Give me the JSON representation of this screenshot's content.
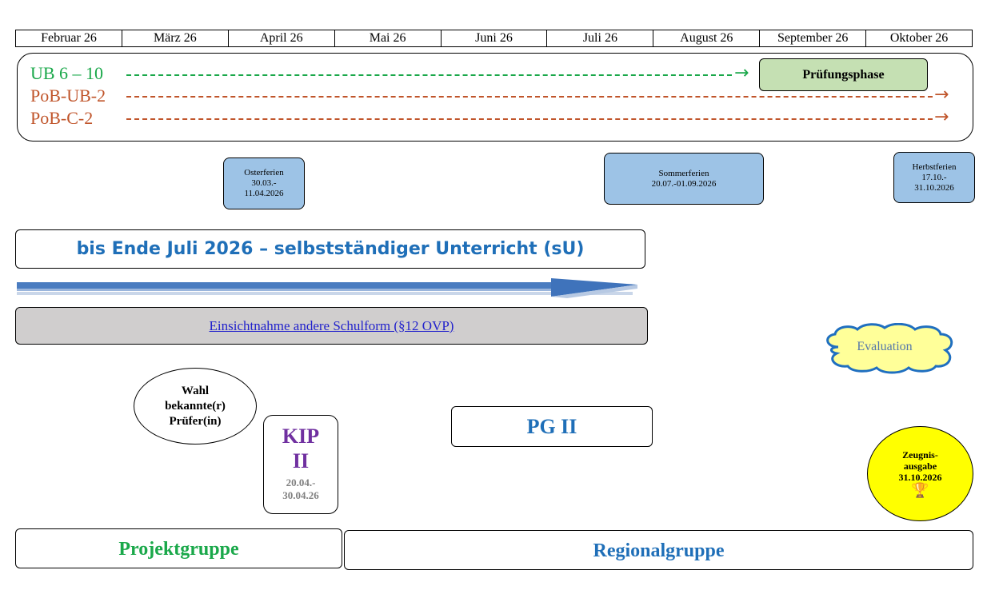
{
  "months": [
    "Februar 26",
    "März 26",
    "April 26",
    "Mai 26",
    "Juni 26",
    "Juli 26",
    "August 26",
    "September 26",
    "Oktober 26"
  ],
  "tracks": {
    "ub": "UB 6 – 10",
    "pob_ub": "PoB-UB-2",
    "pob_c": "PoB-C-2",
    "pruefungsphase": "Prüfungsphase",
    "arrow_glyph": "→"
  },
  "holidays": {
    "ostern": {
      "name": "Osterferien",
      "line1": "30.03.-",
      "line2": "11.04.2026"
    },
    "sommer": {
      "name": "Sommerferien",
      "dates": "20.07.-01.09.2026"
    },
    "herbst": {
      "name": "Herbstferien",
      "line1": "17.10.-",
      "line2": "31.10.2026"
    }
  },
  "su_text": "bis Ende Juli 2026 – selbstständiger Unterricht (sU)",
  "einsicht_link": "Einsichtnahme andere Schulform (§12 OVP)",
  "evaluation": "Evaluation",
  "wahl": {
    "line1": "Wahl",
    "line2": "bekannte(r)",
    "line3": "Prüfer(in)"
  },
  "kip": {
    "title_line1": "KIP",
    "title_line2": "II",
    "date1": "20.04.-",
    "date2": "30.04.26"
  },
  "pg2": "PG II",
  "zeugnis": {
    "line1": "Zeugnis-",
    "line2": "ausgabe",
    "date": "31.10.2026",
    "icon": "trophy-icon",
    "glyph": "🏆"
  },
  "bottom": {
    "projekt": "Projektgruppe",
    "regional": "Regionalgruppe"
  },
  "colors": {
    "green": "#1aa84a",
    "rust": "#c0552b",
    "blue": "#1f6fb8",
    "holiday": "#9dc3e6",
    "pruef": "#c5e0b3",
    "yellow": "#ffff00",
    "purple": "#7030a0"
  }
}
